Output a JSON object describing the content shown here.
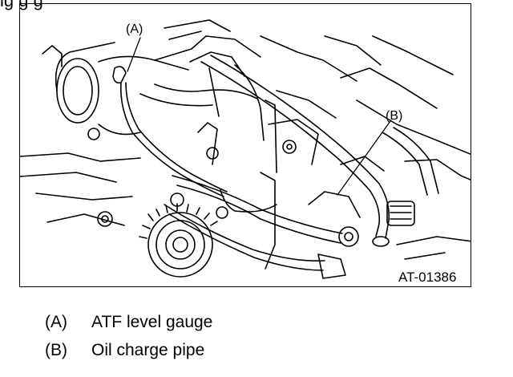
{
  "header": {
    "cut_text": "ig g g"
  },
  "figure": {
    "code": "AT-01386",
    "callout_a": "(A)",
    "callout_b": "(B)"
  },
  "legend": [
    {
      "key": "(A)",
      "text": "ATF level gauge"
    },
    {
      "key": "(B)",
      "text": "Oil charge pipe"
    }
  ]
}
